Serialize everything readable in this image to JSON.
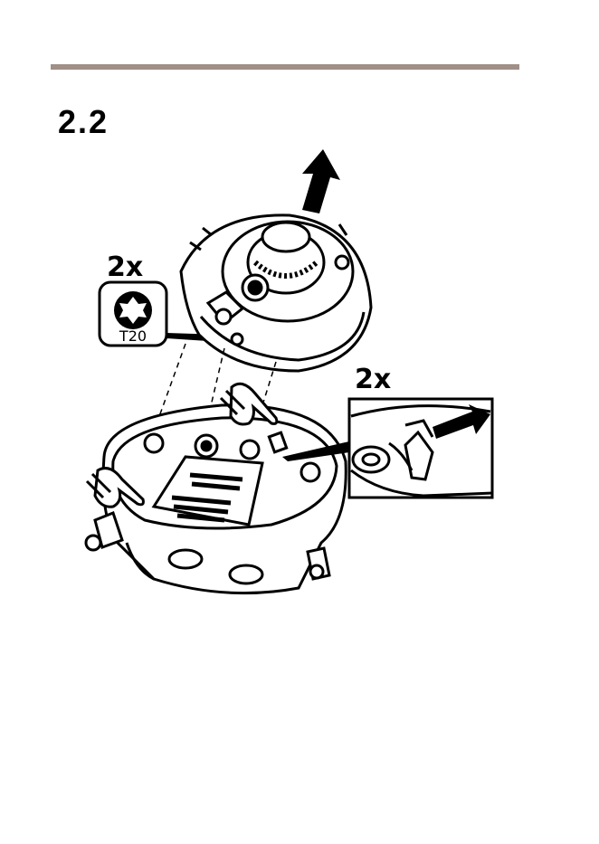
{
  "header": {
    "step_number": "2.2"
  },
  "tool_callout": {
    "quantity": "2x",
    "bit_label": "T20"
  },
  "detail_callout": {
    "quantity": "2x"
  },
  "icons": {
    "up_arrow": "up-arrow-icon",
    "torx": "torx-bit-icon",
    "hand": "hand-pointer-icon",
    "push_arrow": "push-arrow-icon"
  },
  "colors": {
    "rule": "#a09087"
  }
}
